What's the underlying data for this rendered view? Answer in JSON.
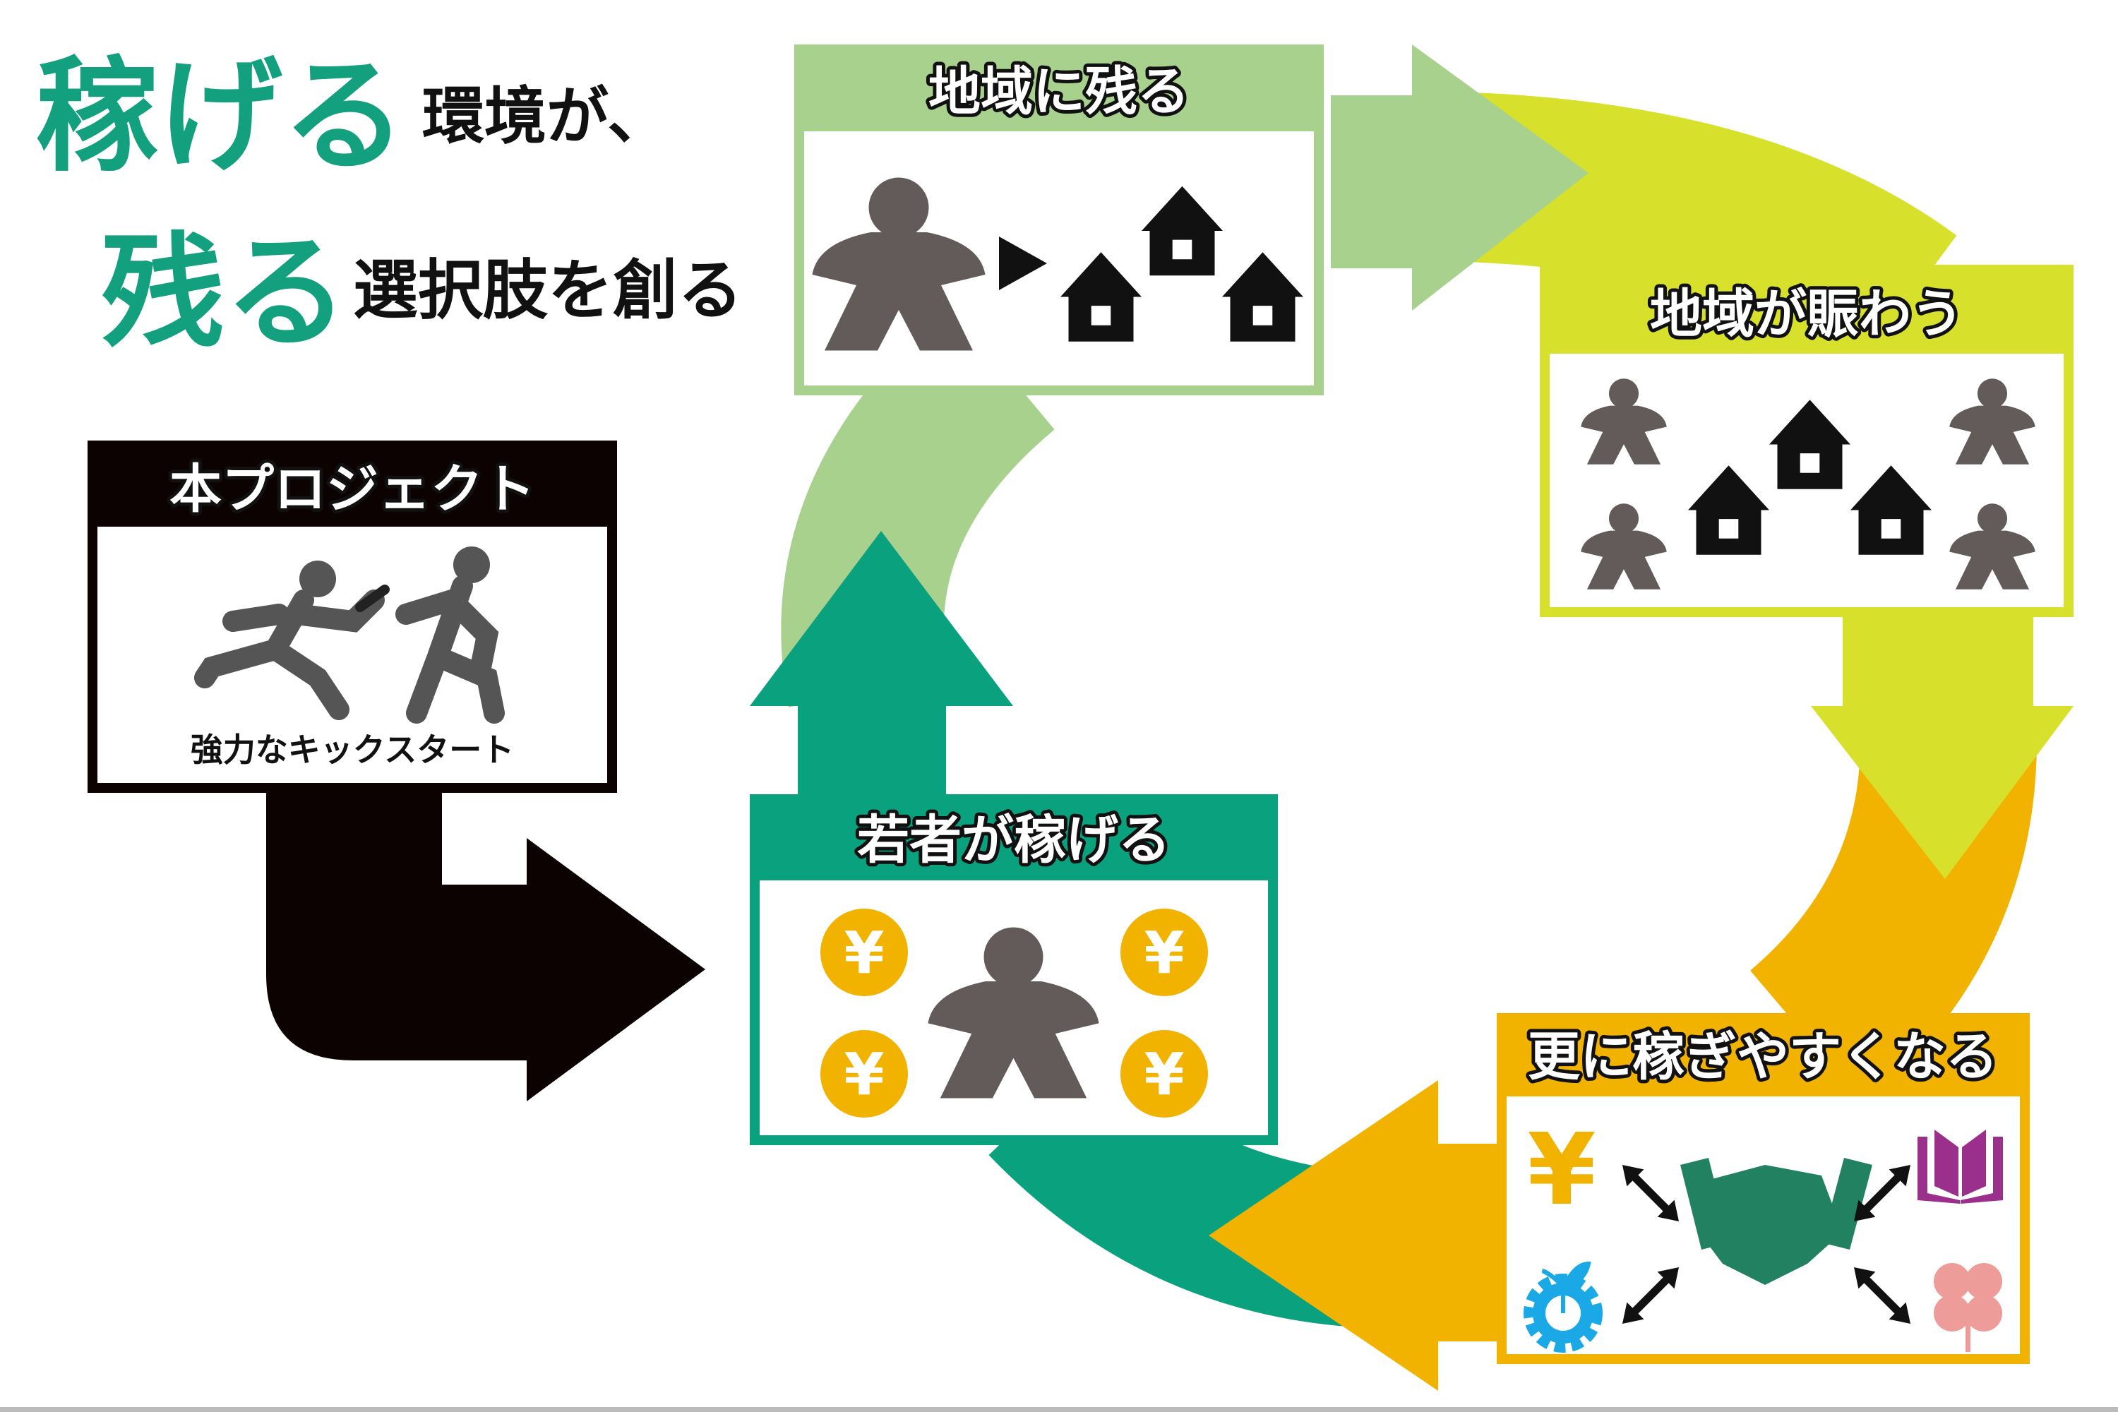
{
  "headline": {
    "line1_emphasis": "稼げる",
    "line1_rest": "環境が、",
    "line2_emphasis": "残る",
    "line2_rest": "選択肢を創る"
  },
  "boxes": {
    "remain": {
      "title": "地域に残る",
      "color": "#a9d18e"
    },
    "thrive": {
      "title": "地域が賑わう",
      "color": "#d7e02a"
    },
    "project": {
      "title": "本プロジェクト",
      "caption": "強力なキックスタート",
      "color": "#0d0202"
    },
    "earn": {
      "title": "若者が稼げる",
      "color": "#0aa17e",
      "coin_symbol": "¥"
    },
    "easier": {
      "title": "更に稼ぎやすくなる",
      "color": "#f2b300",
      "yen_symbol": "¥"
    }
  },
  "colors": {
    "accent_green": "#12a07f",
    "light_green": "#a9d18e",
    "yellow_green": "#d7e02a",
    "orange": "#f2b300",
    "meeple_gray": "#625b59",
    "coin": "#f2b300",
    "book": "#9b2f8c",
    "gear": "#1aa9e6",
    "clover": "#ee9c9a",
    "handshake": "#218160"
  }
}
